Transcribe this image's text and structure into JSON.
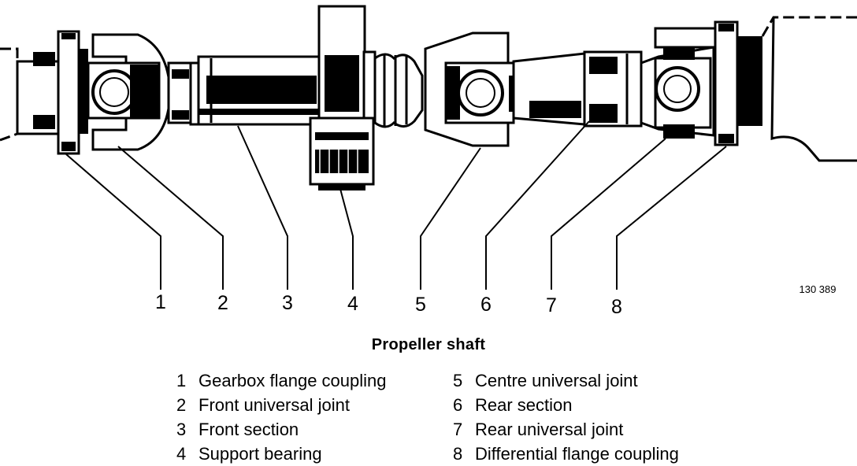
{
  "figure_id": "130 389",
  "title": "Propeller shaft",
  "parts": [
    {
      "number": "1",
      "label": "Gearbox flange coupling"
    },
    {
      "number": "2",
      "label": "Front universal joint"
    },
    {
      "number": "3",
      "label": "Front section"
    },
    {
      "number": "4",
      "label": "Support bearing"
    },
    {
      "number": "5",
      "label": "Centre universal joint"
    },
    {
      "number": "6",
      "label": "Rear section"
    },
    {
      "number": "7",
      "label": "Rear universal joint"
    },
    {
      "number": "8",
      "label": "Differential flange coupling"
    }
  ]
}
